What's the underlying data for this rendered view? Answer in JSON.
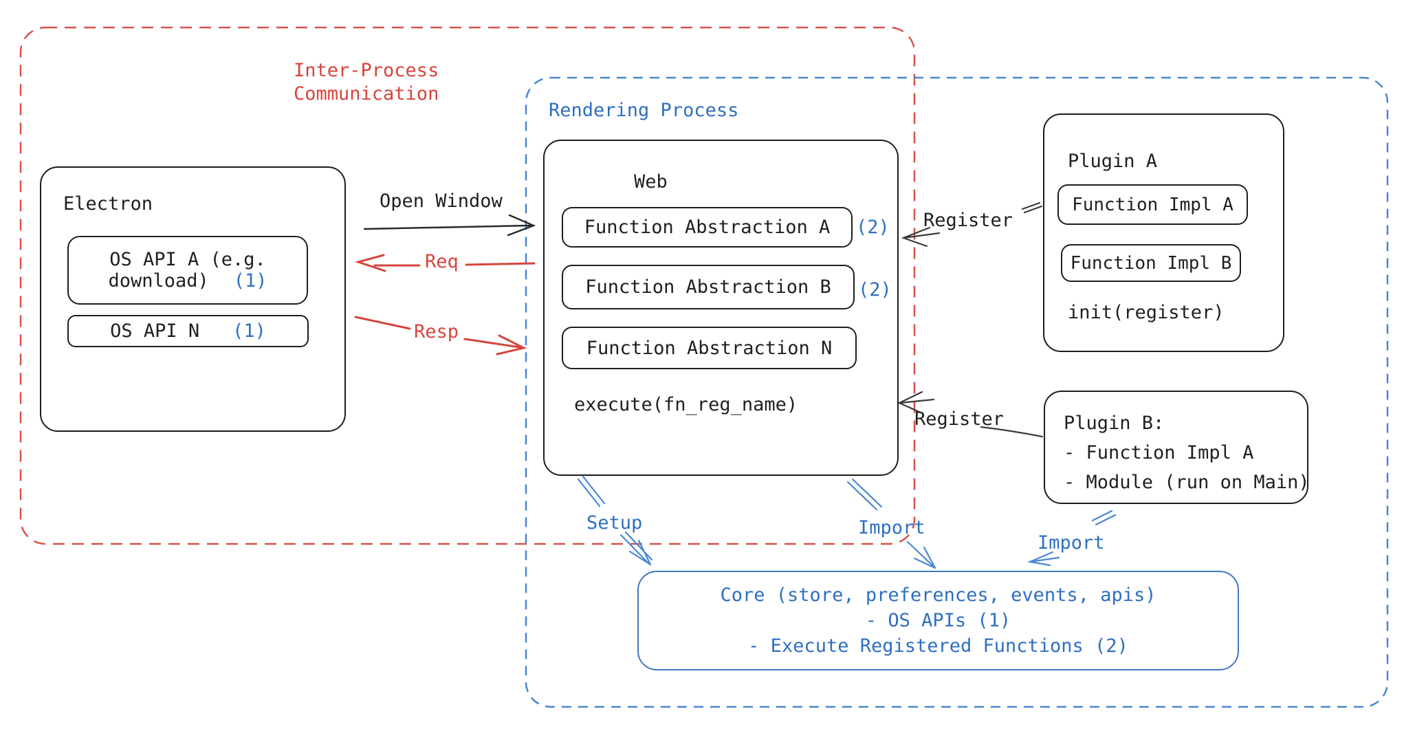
{
  "colors": {
    "red_accent": "#d6443c",
    "blue_accent": "#2e6fc1",
    "blue_border": "#4886d2",
    "black_ink": "#1f1f1f"
  },
  "diagram": {
    "ipc_group": {
      "label": "Inter-Process\nCommunication"
    },
    "rendering_group": {
      "label": "Rendering Process"
    },
    "electron": {
      "title": "Electron",
      "items": [
        {
          "line1": "OS API A (e.g.",
          "line2": "download)",
          "badge": "(1)"
        },
        {
          "label": "OS API N",
          "badge": "(1)"
        }
      ]
    },
    "web": {
      "title": "Web",
      "items": [
        {
          "label": "Function Abstraction A",
          "badge": "(2)"
        },
        {
          "label": "Function Abstraction B",
          "badge": "(2)"
        },
        {
          "label": "Function Abstraction N",
          "badge": ""
        }
      ],
      "footer": "execute(fn_reg_name)"
    },
    "plugin_a": {
      "title": "Plugin A",
      "items": [
        {
          "label": "Function Impl A"
        },
        {
          "label": "Function Impl B"
        }
      ],
      "footer": "init(register)"
    },
    "plugin_b": {
      "title": "Plugin B:",
      "lines": [
        "- Function Impl A",
        "- Module (run on Main)"
      ]
    },
    "core": {
      "lines": [
        "Core (store, preferences, events, apis)",
        "- OS APIs (1)",
        "- Execute Registered Functions (2)"
      ]
    },
    "arrows": {
      "open_window": "Open Window",
      "req": "Req",
      "resp": "Resp",
      "register_top": "Register",
      "register_bottom": "Register",
      "setup": "Setup",
      "import_web": "Import",
      "import_plugin": "Import"
    }
  }
}
